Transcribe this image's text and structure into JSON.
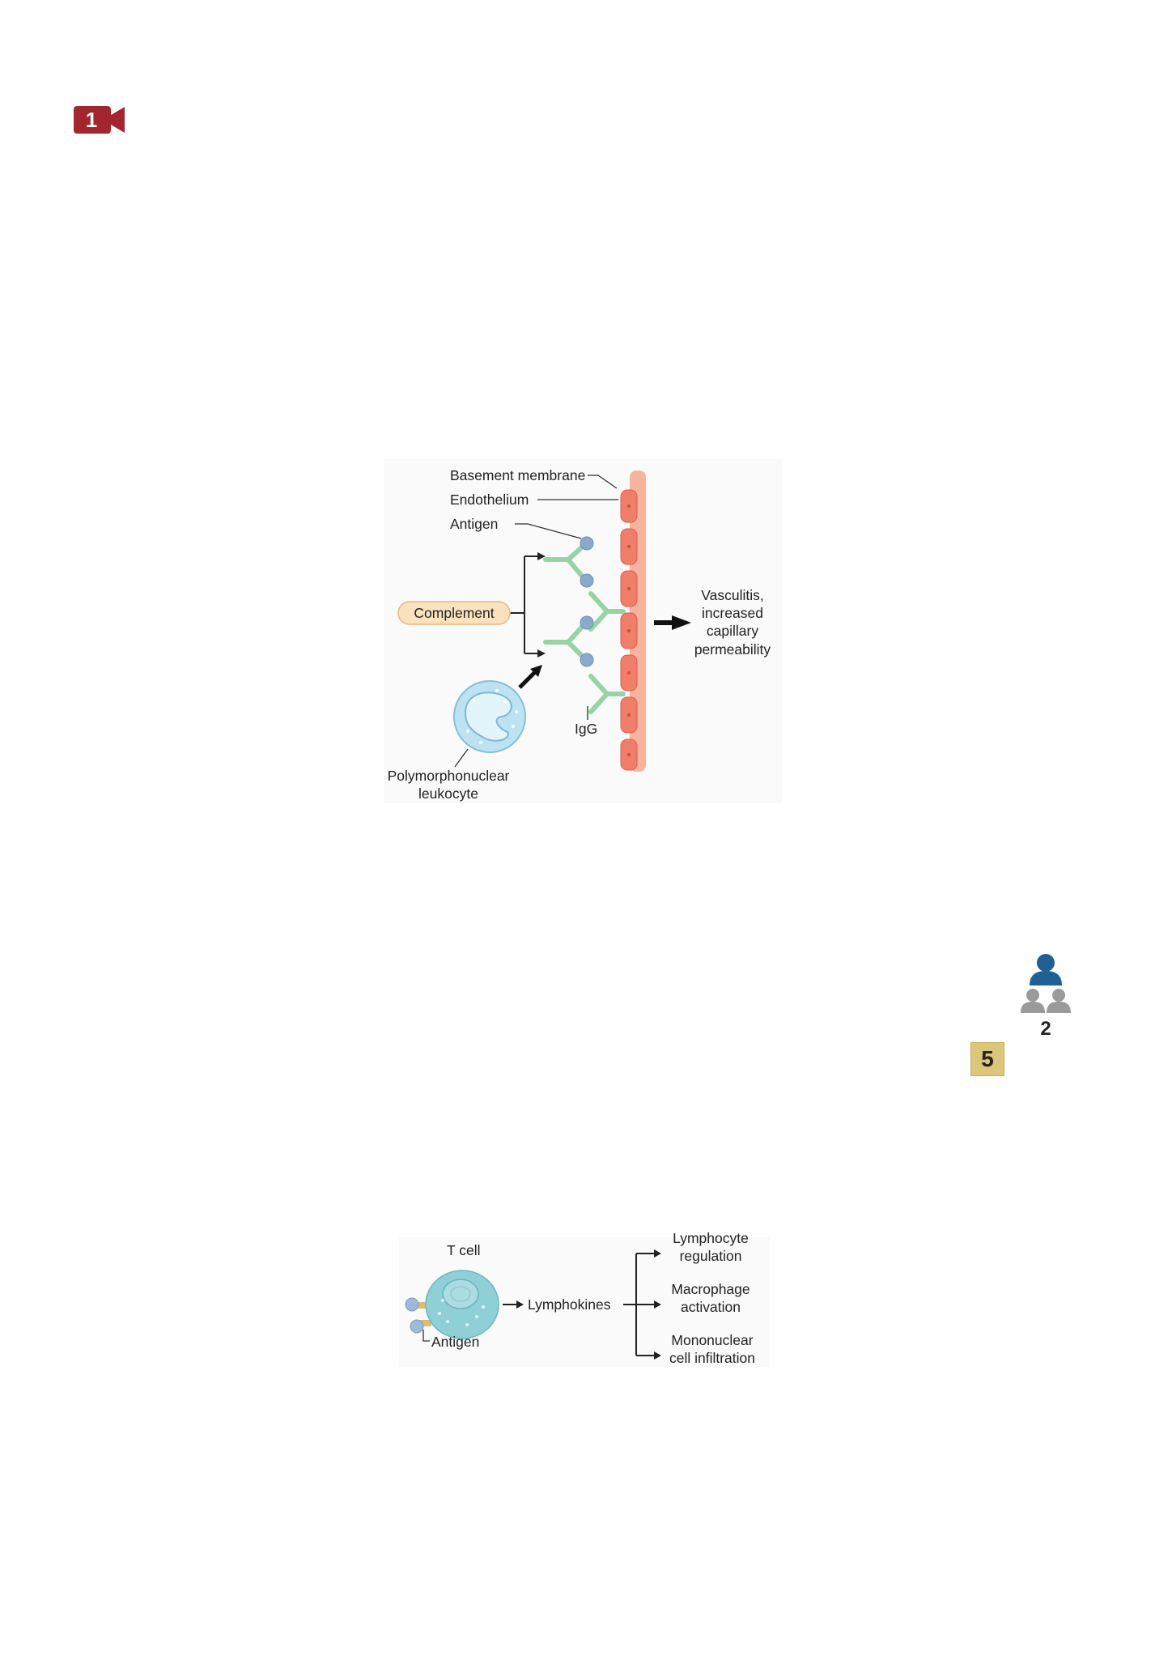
{
  "video_badge": {
    "number": "1",
    "icon": "video-camera-icon",
    "color": "#a3262f"
  },
  "figure1": {
    "labels": {
      "basement_membrane": "Basement membrane",
      "endothelium": "Endothelium",
      "antigen": "Antigen",
      "complement": "Complement",
      "igg": "IgG",
      "pmn_line1": "Polymorphonuclear",
      "pmn_line2": "leukocyte",
      "result_line1": "Vasculitis,",
      "result_line2": "increased",
      "result_line3": "capillary",
      "result_line4": "permeability"
    },
    "colors": {
      "endothelium": "#f07e6a",
      "antibody": "#97d3a4",
      "antigen": "#8aa9cc",
      "complement": "#fbe2bf",
      "leukocyte": "#bde3f3"
    }
  },
  "people_badge": {
    "icon": "people-hierarchy-icon",
    "number": "2",
    "color": "#1e5f94"
  },
  "number_badge": {
    "number": "5",
    "color": "#dcc67a"
  },
  "figure2": {
    "labels": {
      "t_cell": "T cell",
      "antigen": "Antigen",
      "lymphokines": "Lymphokines",
      "out1_line1": "Lymphocyte",
      "out1_line2": "regulation",
      "out2_line1": "Macrophage",
      "out2_line2": "activation",
      "out3_line1": "Mononuclear",
      "out3_line2": "cell infiltration"
    },
    "colors": {
      "t_cell": "#8fd0d6"
    }
  }
}
